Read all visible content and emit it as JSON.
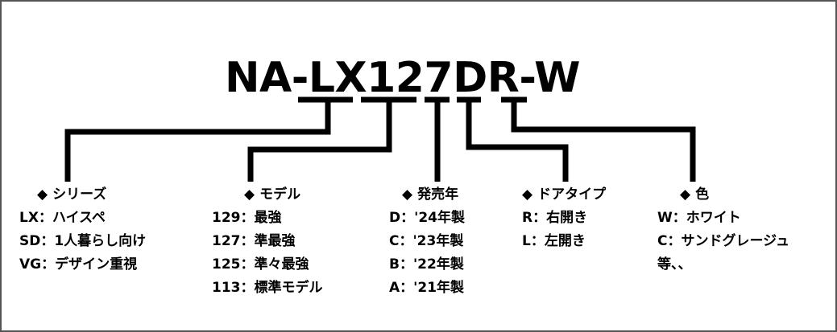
{
  "model_number": "NA-LX127DR-W",
  "colors": {
    "line": "#000000",
    "text": "#000000",
    "background": "#ffffff",
    "frame": "#555555"
  },
  "groups": [
    {
      "title": "シリーズ",
      "items": [
        "LX：ハイスペ",
        "SD：1人暮らし向け",
        "VG：デザイン重視"
      ]
    },
    {
      "title": "モデル",
      "items": [
        "129：最強",
        "127：準最強",
        "125：準々最強",
        "113：標準モデル"
      ]
    },
    {
      "title": "発売年",
      "items": [
        "D：'24年製",
        "C：'23年製",
        "B：'22年製",
        "A：'21年製"
      ]
    },
    {
      "title": "ドアタイプ",
      "items": [
        "R：右開き",
        "L：左開き"
      ]
    },
    {
      "title": "色",
      "items": [
        "W：ホワイト",
        "C：サンドグレージュ",
        "等、、"
      ]
    }
  ],
  "diamond_glyph": "◆"
}
